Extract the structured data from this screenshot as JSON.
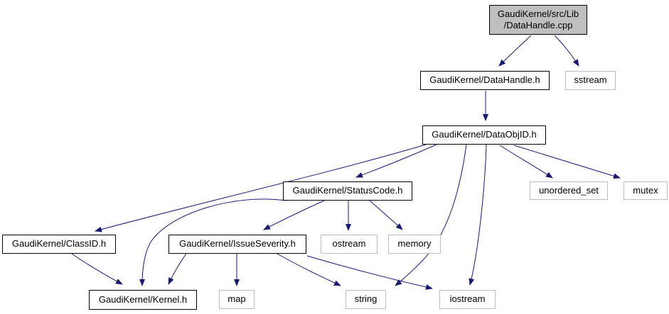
{
  "graph": {
    "kind": "include-dependency-graph",
    "colors": {
      "edge": "#191970",
      "project_node_border": "#000000",
      "system_node_border": "#bebebe",
      "root_node_fill": "#bfbfbf",
      "node_fill": "#ffffff",
      "text": "#000000",
      "background": "#ffffff"
    },
    "root": {
      "label_line1": "GaudiKernel/src/Lib",
      "label_line2": "/DataHandle.cpp"
    },
    "nodes": {
      "datahandle_h": {
        "label": "GaudiKernel/DataHandle.h"
      },
      "sstream": {
        "label": "sstream"
      },
      "dataobjid_h": {
        "label": "GaudiKernel/DataObjID.h"
      },
      "statuscode_h": {
        "label": "GaudiKernel/StatusCode.h"
      },
      "unordered_set": {
        "label": "unordered_set"
      },
      "mutex": {
        "label": "mutex"
      },
      "classid_h": {
        "label": "GaudiKernel/ClassID.h"
      },
      "issueseverity_h": {
        "label": "GaudiKernel/IssueSeverity.h"
      },
      "ostream": {
        "label": "ostream"
      },
      "memory": {
        "label": "memory"
      },
      "kernel_h": {
        "label": "GaudiKernel/Kernel.h"
      },
      "map": {
        "label": "map"
      },
      "string": {
        "label": "string"
      },
      "iostream": {
        "label": "iostream"
      }
    },
    "edges": [
      {
        "from": "DataHandle.cpp",
        "to": "GaudiKernel/DataHandle.h"
      },
      {
        "from": "DataHandle.cpp",
        "to": "sstream"
      },
      {
        "from": "GaudiKernel/DataHandle.h",
        "to": "GaudiKernel/DataObjID.h"
      },
      {
        "from": "GaudiKernel/DataObjID.h",
        "to": "GaudiKernel/ClassID.h"
      },
      {
        "from": "GaudiKernel/DataObjID.h",
        "to": "GaudiKernel/StatusCode.h"
      },
      {
        "from": "GaudiKernel/DataObjID.h",
        "to": "string"
      },
      {
        "from": "GaudiKernel/DataObjID.h",
        "to": "iostream"
      },
      {
        "from": "GaudiKernel/DataObjID.h",
        "to": "unordered_set"
      },
      {
        "from": "GaudiKernel/DataObjID.h",
        "to": "mutex"
      },
      {
        "from": "GaudiKernel/StatusCode.h",
        "to": "GaudiKernel/IssueSeverity.h"
      },
      {
        "from": "GaudiKernel/StatusCode.h",
        "to": "GaudiKernel/Kernel.h"
      },
      {
        "from": "GaudiKernel/StatusCode.h",
        "to": "ostream"
      },
      {
        "from": "GaudiKernel/StatusCode.h",
        "to": "memory"
      },
      {
        "from": "GaudiKernel/IssueSeverity.h",
        "to": "GaudiKernel/Kernel.h"
      },
      {
        "from": "GaudiKernel/IssueSeverity.h",
        "to": "map"
      },
      {
        "from": "GaudiKernel/IssueSeverity.h",
        "to": "string"
      },
      {
        "from": "GaudiKernel/IssueSeverity.h",
        "to": "iostream"
      },
      {
        "from": "GaudiKernel/ClassID.h",
        "to": "GaudiKernel/Kernel.h"
      }
    ]
  }
}
